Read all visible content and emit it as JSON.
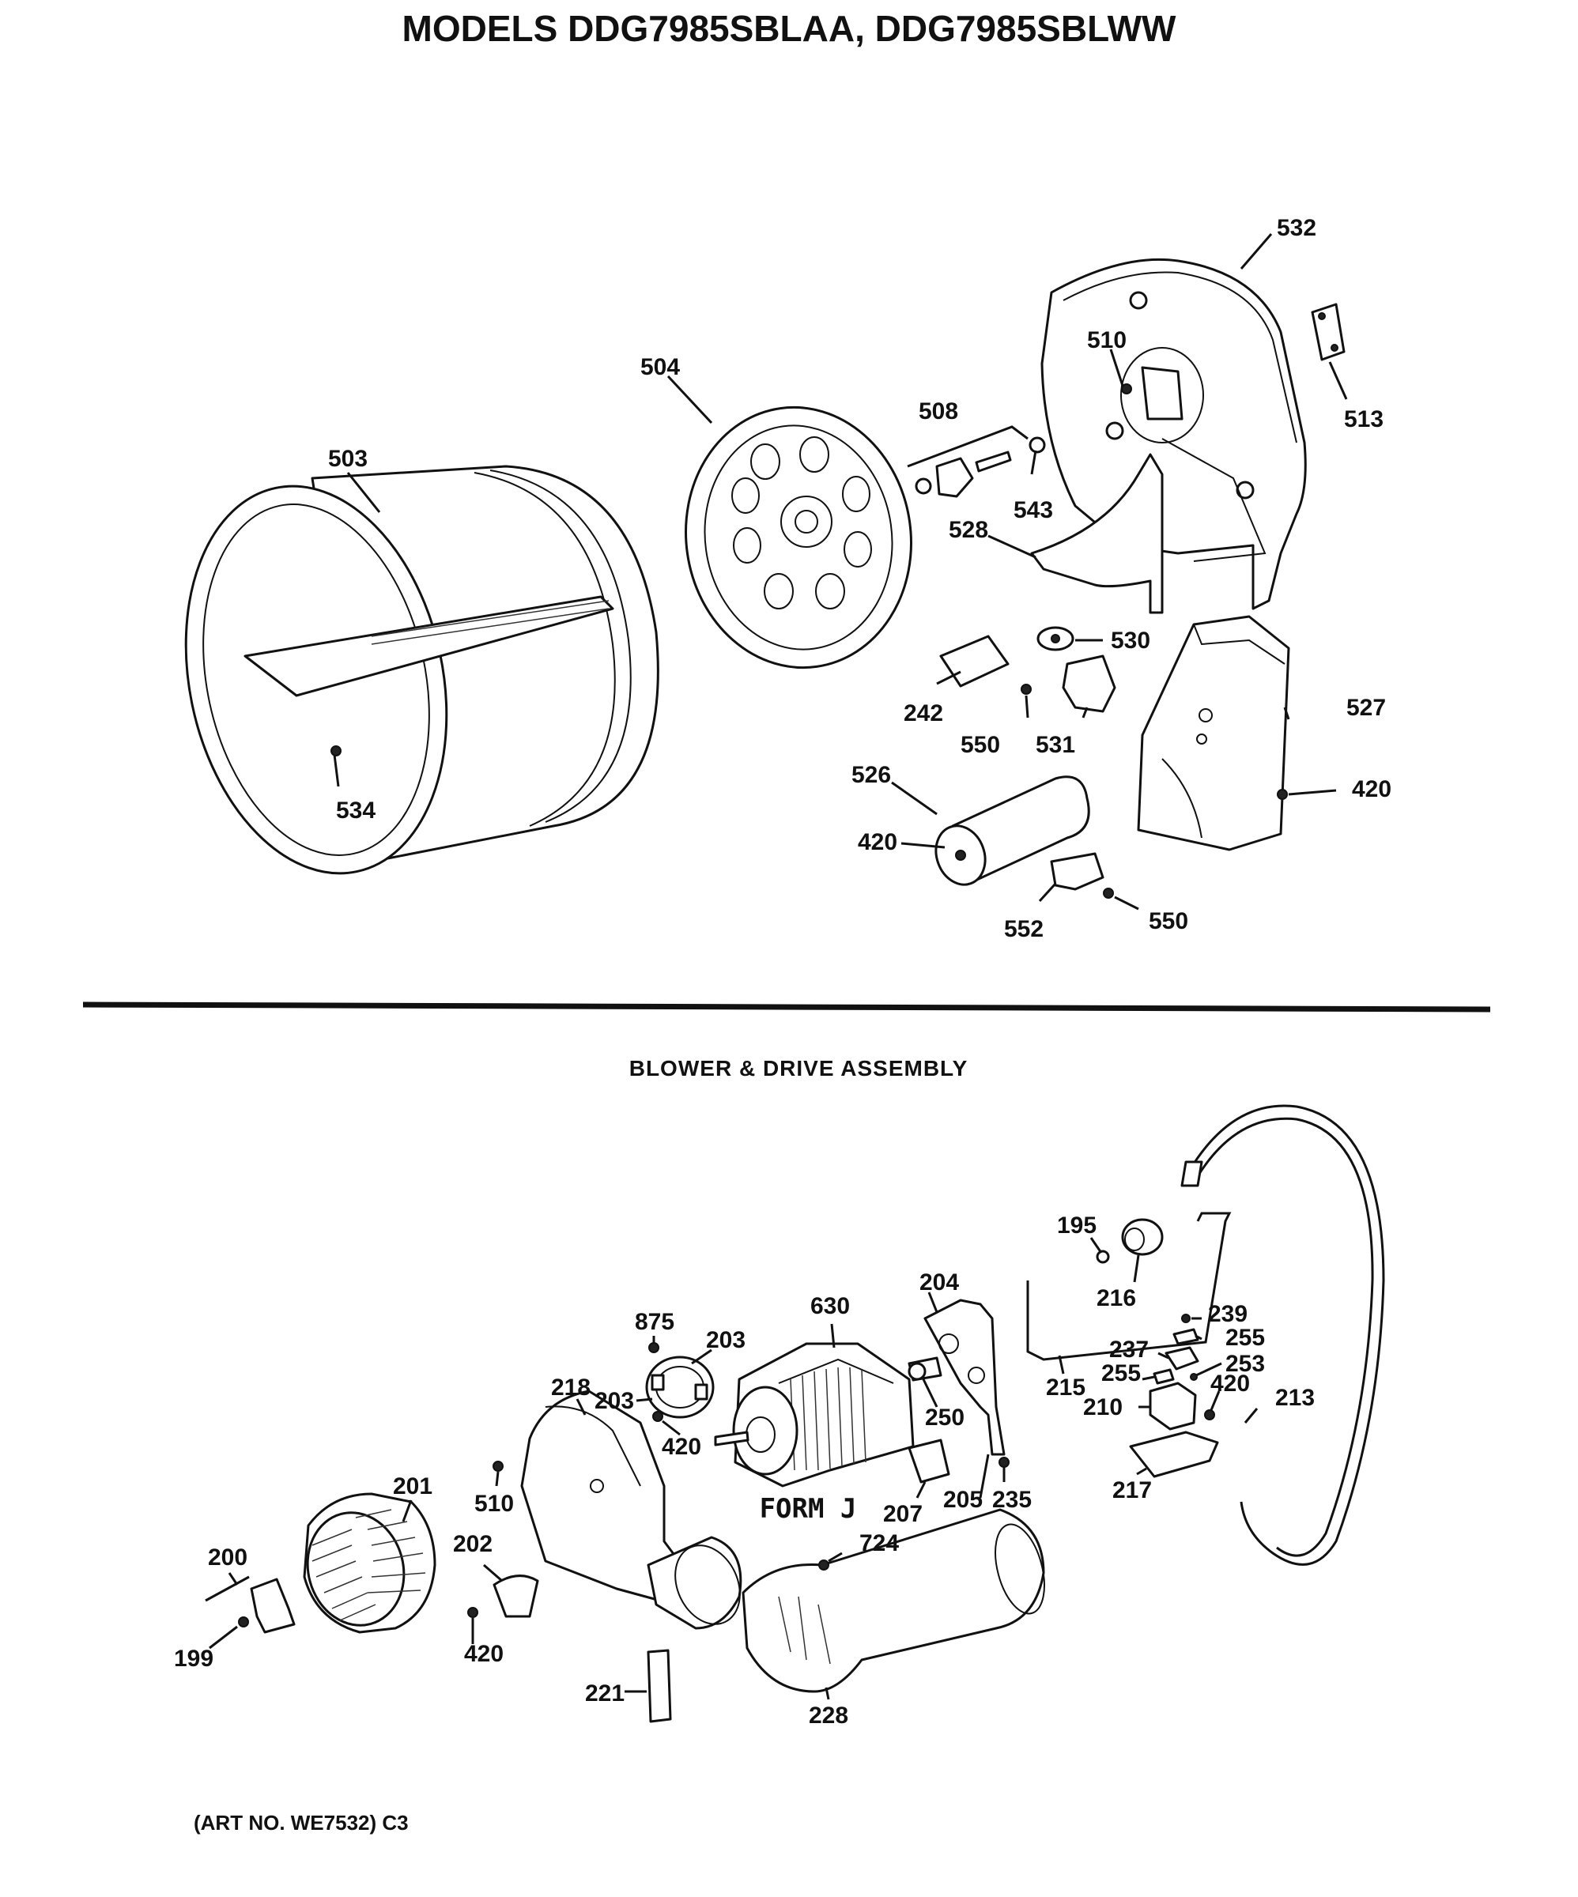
{
  "title": "MODELS DDG7985SBLAA, DDG7985SBLWW",
  "section_title": "BLOWER & DRIVE ASSEMBLY",
  "form_label": "FORM J",
  "art_number": "(ART NO. WE7532) C3",
  "upper_callouts": {
    "c532": "532",
    "c510": "510",
    "c513": "513",
    "c504": "504",
    "c508": "508",
    "c543": "543",
    "c503": "503",
    "c528": "528",
    "c530": "530",
    "c242": "242",
    "c527": "527",
    "c550a": "550",
    "c531": "531",
    "c526": "526",
    "c420a": "420",
    "c420b": "420",
    "c534": "534",
    "c552": "552",
    "c550b": "550"
  },
  "lower_callouts": {
    "c195": "195",
    "c204": "204",
    "c216": "216",
    "c239": "239",
    "c255a": "255",
    "c237": "237",
    "c253": "253",
    "c255b": "255",
    "c875": "875",
    "c630": "630",
    "c203a": "203",
    "c218": "218",
    "c203b": "203",
    "c420c": "420",
    "c250": "250",
    "c215": "215",
    "c420d": "420",
    "c210": "210",
    "c213": "213",
    "c201": "201",
    "c510b": "510",
    "c207": "207",
    "c205": "205",
    "c235": "235",
    "c217": "217",
    "c200": "200",
    "c202": "202",
    "c724": "724",
    "c199": "199",
    "c420e": "420",
    "c221": "221",
    "c228": "228"
  }
}
